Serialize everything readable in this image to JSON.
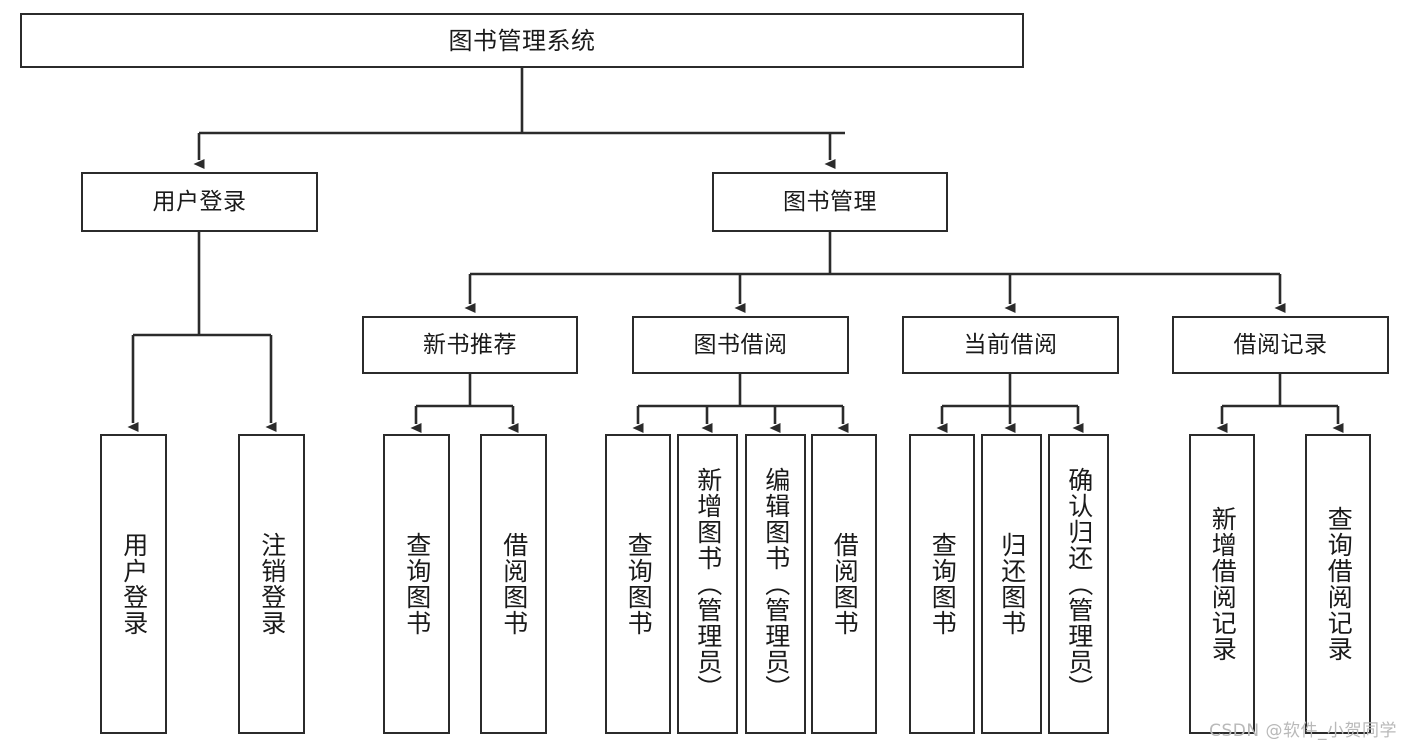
{
  "diagram": {
    "title": "图书管理系统",
    "type": "tree",
    "watermark": "CSDN @软件_小贺同学",
    "colors": {
      "background": "#ffffff",
      "box_border": "#2b2b2b",
      "box_fill": "#ffffff",
      "text": "#1a1a1a",
      "edge": "#2b2b2b",
      "watermark": "#b9b9b9"
    },
    "nodes": {
      "root": {
        "label": "图书管理系统"
      },
      "level2": [
        {
          "id": "user-login",
          "label": "用户登录"
        },
        {
          "id": "book-manage",
          "label": "图书管理"
        }
      ],
      "level3": [
        {
          "id": "new-book-recommend",
          "label": "新书推荐"
        },
        {
          "id": "book-borrow",
          "label": "图书借阅"
        },
        {
          "id": "current-borrow",
          "label": "当前借阅"
        },
        {
          "id": "borrow-record",
          "label": "借阅记录"
        }
      ],
      "leaves": {
        "user-login": [
          {
            "id": "leaf-user-login",
            "label": "用户登录"
          },
          {
            "id": "leaf-user-logout",
            "label": "注销登录"
          }
        ],
        "new-book-recommend": [
          {
            "id": "leaf-query-book-1",
            "label": "查询图书"
          },
          {
            "id": "leaf-borrow-book-1",
            "label": "借阅图书"
          }
        ],
        "book-borrow": [
          {
            "id": "leaf-query-book-2",
            "label": "查询图书"
          },
          {
            "id": "leaf-add-book",
            "label": "新增图书（管理员）"
          },
          {
            "id": "leaf-edit-book",
            "label": "编辑图书（管理员）"
          },
          {
            "id": "leaf-borrow-book-2",
            "label": "借阅图书"
          }
        ],
        "current-borrow": [
          {
            "id": "leaf-query-book-3",
            "label": "查询图书"
          },
          {
            "id": "leaf-return-book",
            "label": "归还图书"
          },
          {
            "id": "leaf-confirm-return",
            "label": "确认归还（管理员）"
          }
        ],
        "borrow-record": [
          {
            "id": "leaf-add-record",
            "label": "新增借阅记录"
          },
          {
            "id": "leaf-query-record",
            "label": "查询借阅记录"
          }
        ]
      }
    }
  }
}
